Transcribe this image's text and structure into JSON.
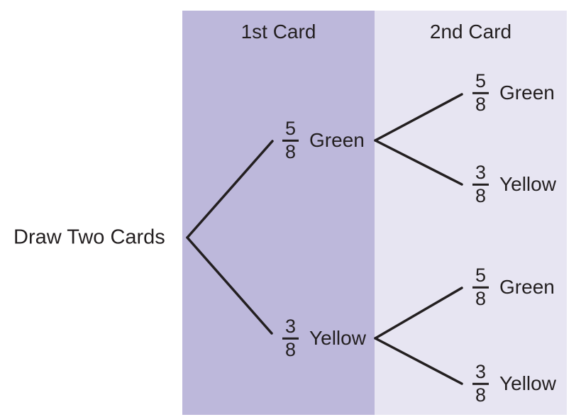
{
  "colors": {
    "background": "#ffffff",
    "column1_bg": "#bdb8db",
    "column2_bg": "#e7e5f2",
    "line": "#231f20",
    "text": "#231f20"
  },
  "headers": {
    "column1": "1st Card",
    "column2": "2nd Card"
  },
  "root": {
    "label": "Draw Two Cards"
  },
  "tree": {
    "level1": [
      {
        "numerator": "5",
        "denominator": "8",
        "outcome": "Green"
      },
      {
        "numerator": "3",
        "denominator": "8",
        "outcome": "Yellow"
      }
    ],
    "level2": {
      "from_green": [
        {
          "numerator": "5",
          "denominator": "8",
          "outcome": "Green"
        },
        {
          "numerator": "3",
          "denominator": "8",
          "outcome": "Yellow"
        }
      ],
      "from_yellow": [
        {
          "numerator": "5",
          "denominator": "8",
          "outcome": "Green"
        },
        {
          "numerator": "3",
          "denominator": "8",
          "outcome": "Yellow"
        }
      ]
    }
  }
}
